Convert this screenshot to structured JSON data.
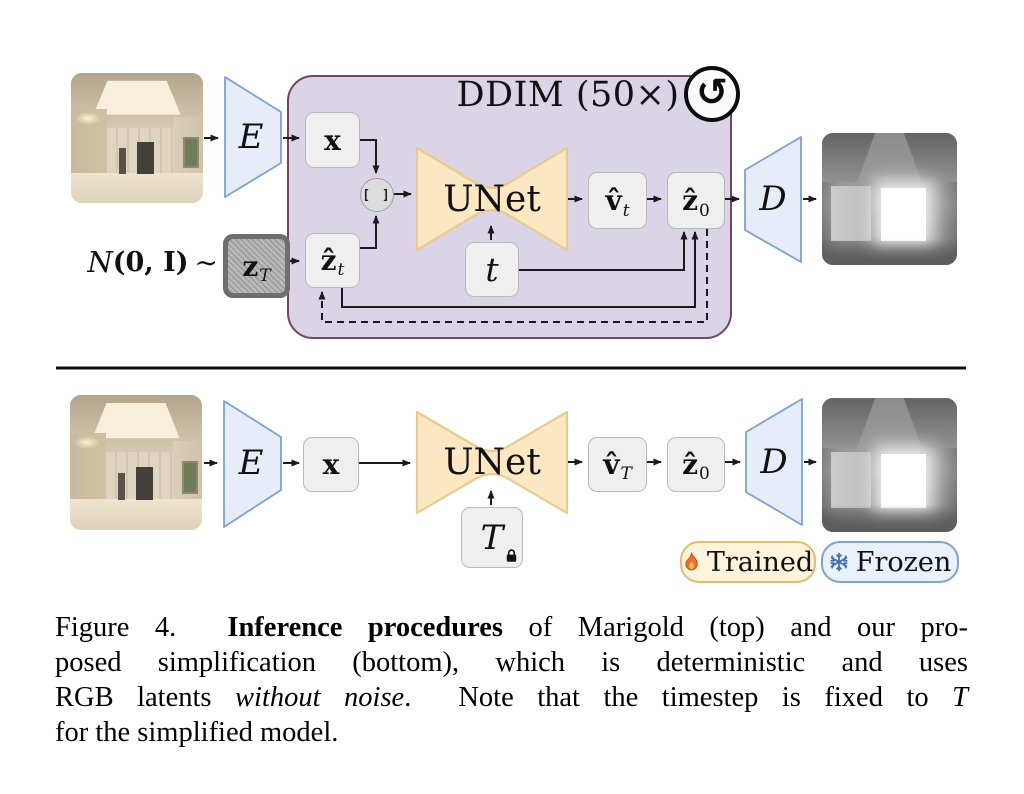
{
  "figure": {
    "colors": {
      "ddim_box_fill": "#dad4e6",
      "ddim_box_border": "#714760",
      "node_box_fill": "#efefef",
      "node_box_border": "#b8b8b8",
      "encoder_decoder_fill": "#e6edf8",
      "encoder_decoder_border": "#79a3d6",
      "unet_fill": "#fbe8c3",
      "unet_border": "#eacb8e",
      "noise_box_fill": "#b3b3b3",
      "trained_badge_fill": "#fdf4db",
      "trained_badge_border": "#e4bd67",
      "frozen_badge_fill": "#e9f1fb",
      "frozen_badge_border": "#7fa2d4",
      "arrow_color": "#1a1a1a"
    },
    "top_row": {
      "noise_n": "N",
      "noise_args": "(0, I)",
      "noise_tilde": "∼",
      "ddim_label": "DDIM (50×)",
      "loop_glyph": "↺",
      "encoder_label": "E",
      "decoder_label": "D",
      "x_label": "x",
      "zT": {
        "base": "z",
        "sub": "T"
      },
      "zt_hat": {
        "base": "ẑ",
        "sub": "t"
      },
      "concat_label": "[ ]",
      "unet_label": "UNet",
      "t_label": "t",
      "v_hat": {
        "base": "v̂",
        "sub": "t"
      },
      "z0_hat": {
        "base": "ẑ",
        "sub": "0"
      }
    },
    "bottom_row": {
      "encoder_label": "E",
      "decoder_label": "D",
      "x_label": "x",
      "unet_label": "UNet",
      "T_label": "T",
      "v_hat": {
        "base": "v̂",
        "sub": "T"
      },
      "z0_hat": {
        "base": "ẑ",
        "sub": "0"
      }
    },
    "legend": {
      "trained": "Trained",
      "frozen": "Frozen"
    }
  },
  "caption": {
    "lines": [
      {
        "parts": [
          {
            "t": "Figure 4.  "
          },
          {
            "t": "Inference procedures"
          },
          {
            "t": " of Marigold (top) and our pro-"
          }
        ]
      },
      {
        "parts": [
          {
            "t": "posed simplification (bottom), which is deterministic and uses"
          }
        ]
      },
      {
        "parts": [
          {
            "t": "RGB latents "
          },
          {
            "t": "without noise"
          },
          {
            "t": ".  Note that the timestep is fixed to "
          },
          {
            "t": "T"
          }
        ]
      },
      {
        "parts": [
          {
            "t": "for the simplified model."
          }
        ]
      }
    ]
  }
}
